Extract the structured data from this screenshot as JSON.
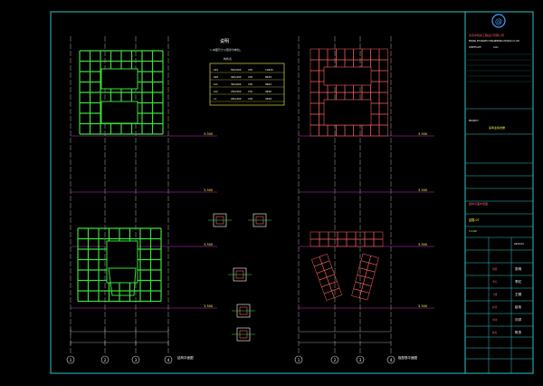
{
  "title_block": {
    "company_cn": "北京中筑建工程设计有限公司",
    "company_en": "BEIJING ZHONGZHU ENGINEERING DESIGN CO.,LTD",
    "cert_label": "CERTIFICATE",
    "cert_no": "A111",
    "project_label": "PROJECT",
    "project_name": "某商业综合楼",
    "drawing_title": "结构平面布置图",
    "drawing_no": "结施-07",
    "scale": "1:100",
    "date": "2020.03",
    "signatures": [
      "张明",
      "李红",
      "王刚",
      "赵伟",
      "刘洋",
      "陈杰"
    ]
  },
  "notes": {
    "heading": "说明",
    "subheading": "1.本图尺寸以毫米为单位。",
    "table_title": "构件表",
    "table_rows": [
      [
        "KZ1",
        "500x500",
        "C30",
        "12Φ20"
      ],
      [
        "KZ2",
        "400x400",
        "C30",
        "8Φ18"
      ],
      [
        "KL1",
        "300x600",
        "C30",
        "4Φ22"
      ],
      [
        "KL2",
        "250x500",
        "C30",
        "4Φ20"
      ],
      [
        "L1",
        "200x400",
        "C30",
        "3Φ18"
      ]
    ]
  },
  "plans": {
    "left_caption": "结构平面图",
    "right_caption": "板配筋平面图",
    "axis_labels": [
      "1",
      "2",
      "3",
      "4"
    ],
    "level_tags": [
      "3.300",
      "3.300",
      "3.300",
      "3.300",
      "3.300"
    ]
  },
  "colors": {
    "border": "#2ec4c4",
    "green": "#3ddc3d",
    "red": "#ff6060",
    "dim": "#c8c8c8",
    "axis": "#e0e0e0",
    "magenta": "#ff40ff",
    "yellow": "#ffff40",
    "white": "#ffffff"
  }
}
